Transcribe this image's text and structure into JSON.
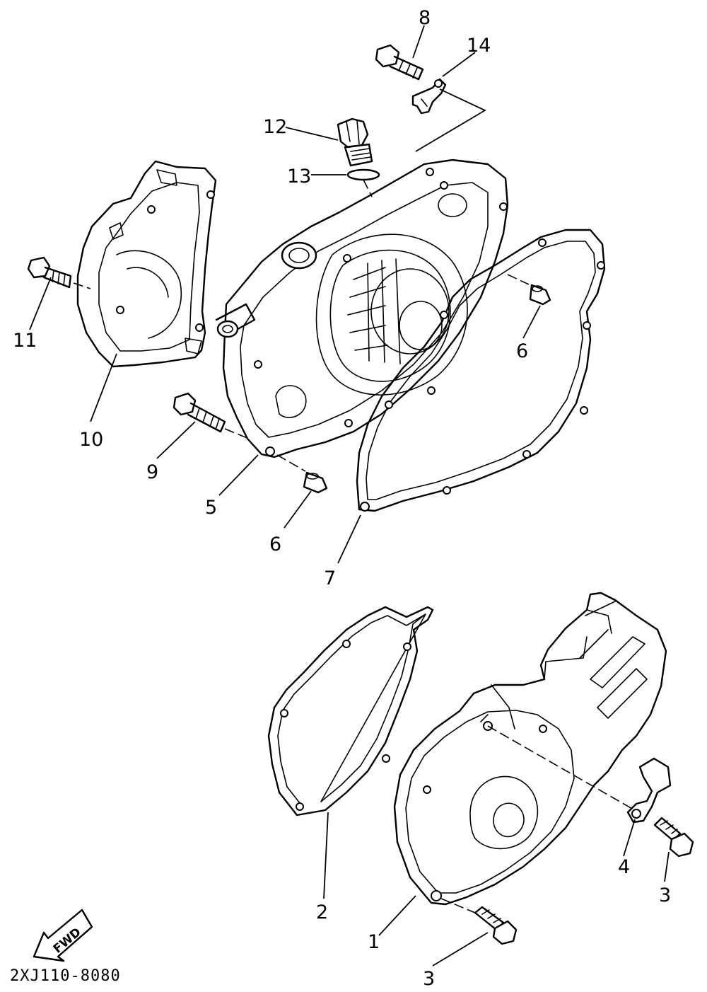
{
  "diagram": {
    "part_labels": [
      "1",
      "2",
      "3",
      "3",
      "4",
      "5",
      "6",
      "6",
      "7",
      "8",
      "9",
      "10",
      "11",
      "12",
      "13",
      "14"
    ],
    "direction_arrow_label": "FWD",
    "drawing_code": "2XJ110-8080"
  }
}
